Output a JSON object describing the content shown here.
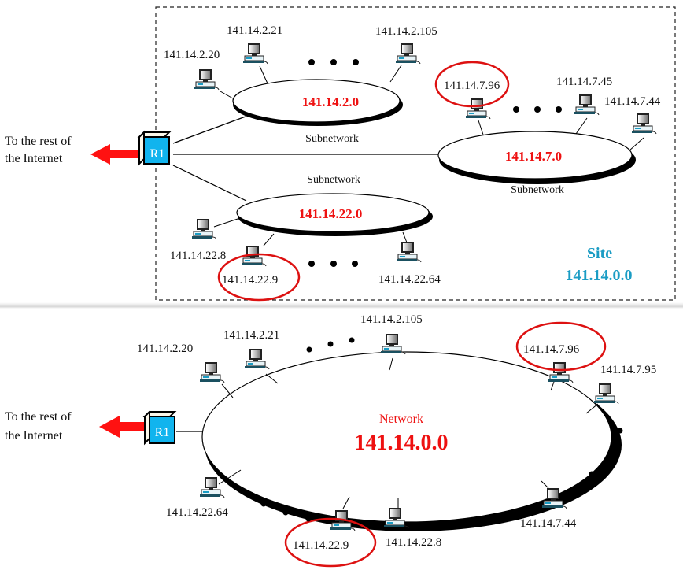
{
  "colors": {
    "network_label": "#ee1111",
    "site_label": "#1a9cc4",
    "router_face": "#11b4ee",
    "highlight_ellipse": "#dd1111",
    "arrow": "#ff1111"
  },
  "top_diagram": {
    "internet_label": [
      "To the rest of",
      "the Internet"
    ],
    "router": {
      "label": "R1",
      "icon": "router-icon"
    },
    "site": {
      "title": "Site",
      "address": "141.14.0.0"
    },
    "subnets": [
      {
        "address": "141.14.2.0",
        "caption": "Subnetwork",
        "hosts": [
          "141.14.2.20",
          "141.14.2.21",
          "141.14.2.105"
        ]
      },
      {
        "address": "141.14.7.0",
        "caption": "Subnetwork",
        "hosts": [
          "141.14.7.96",
          "141.14.7.45",
          "141.14.7.44"
        ]
      },
      {
        "address": "141.14.22.0",
        "caption": "Subnetwork",
        "hosts": [
          "141.14.22.8",
          "141.14.22.9",
          "141.14.22.64"
        ]
      }
    ],
    "highlighted_hosts": [
      "141.14.7.96",
      "141.14.22.9"
    ]
  },
  "bottom_diagram": {
    "internet_label": [
      "To the rest of",
      "the Internet"
    ],
    "router": {
      "label": "R1",
      "icon": "router-icon"
    },
    "network": {
      "caption": "Network",
      "address": "141.14.0.0"
    },
    "hosts": [
      "141.14.2.20",
      "141.14.2.21",
      "141.14.2.105",
      "141.14.7.96",
      "141.14.7.95",
      "141.14.7.44",
      "141.14.22.8",
      "141.14.22.9",
      "141.14.22.64"
    ],
    "highlighted_hosts": [
      "141.14.7.96",
      "141.14.22.9"
    ]
  }
}
